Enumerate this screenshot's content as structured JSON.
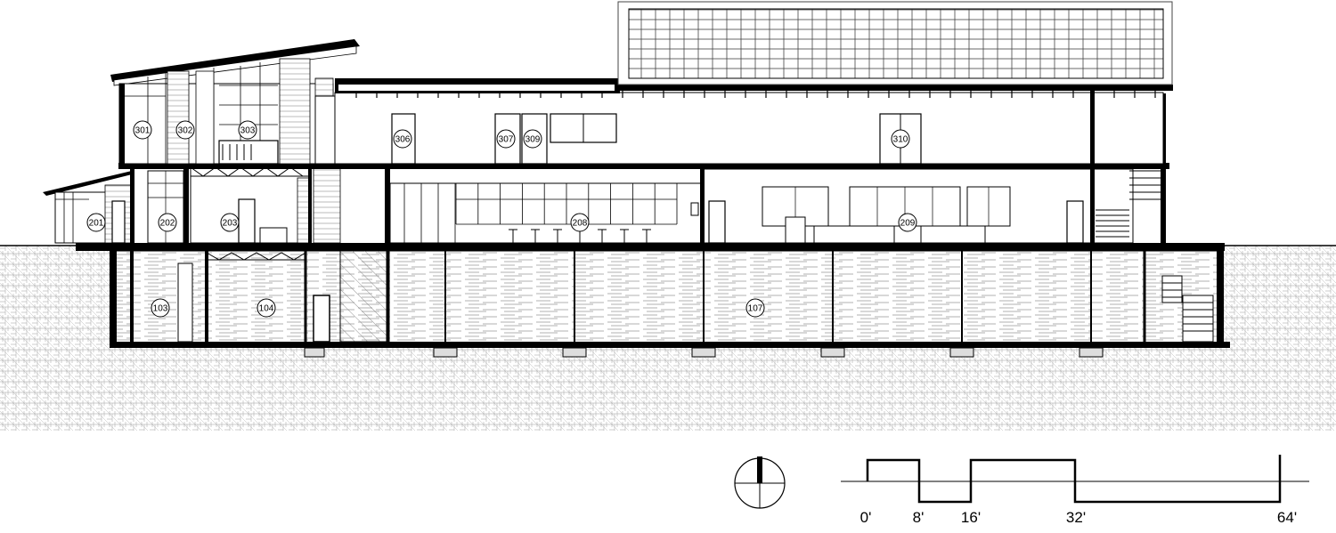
{
  "rooms": {
    "r301": "301",
    "r302": "302",
    "r303": "303",
    "r306": "306",
    "r307": "307",
    "r309": "309",
    "r310": "310",
    "r201": "201",
    "r202": "202",
    "r203": "203",
    "r208": "208",
    "r209": "209",
    "r103": "103",
    "r104": "104",
    "r107": "107"
  },
  "scale_bar": {
    "ticks": [
      {
        "label": "0'"
      },
      {
        "label": "8'"
      },
      {
        "label": "16'"
      },
      {
        "label": "32'"
      },
      {
        "label": "64'"
      }
    ]
  },
  "north_arrow": {
    "icon": "north-arrow-icon"
  }
}
